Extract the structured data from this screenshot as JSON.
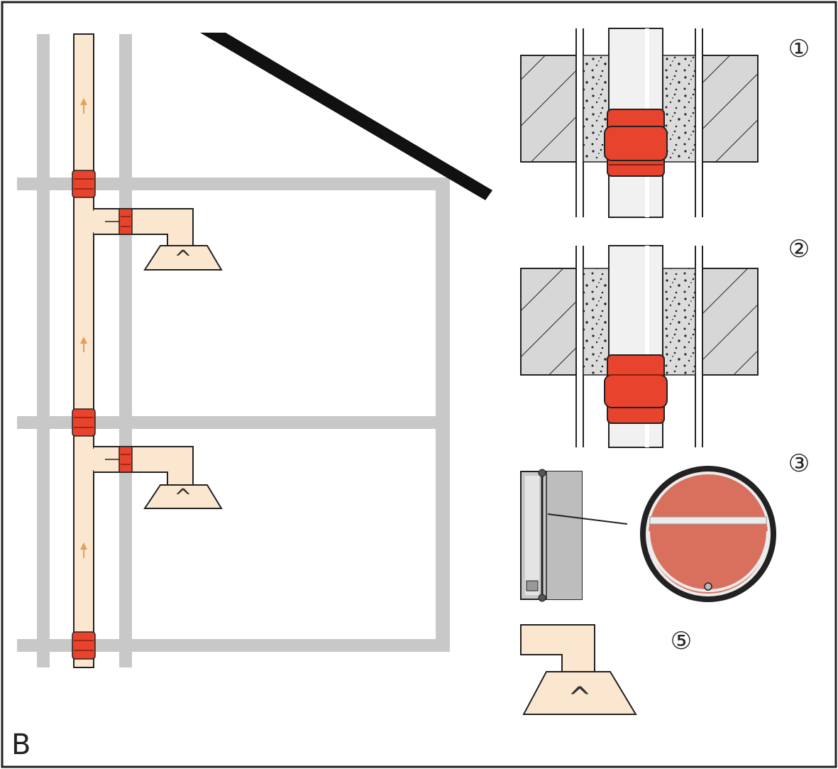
{
  "figure_label": "B",
  "callouts": [
    {
      "id": "1",
      "symbol": "①"
    },
    {
      "id": "2",
      "symbol": "②"
    },
    {
      "id": "3",
      "symbol": "③"
    },
    {
      "id": "5",
      "symbol": "⑤"
    }
  ],
  "hood_symbol": "^",
  "colors": {
    "pipe": "#fbe7cf",
    "collar": "#e8432c",
    "frame": "#c8c8c8",
    "outline": "#222222",
    "damper_fill": "#d9705e",
    "slab": "#d7d7d7",
    "insulation": "#dcdcdc",
    "duct_white": "#f1f1f1"
  },
  "flow_arrow_count": 3
}
